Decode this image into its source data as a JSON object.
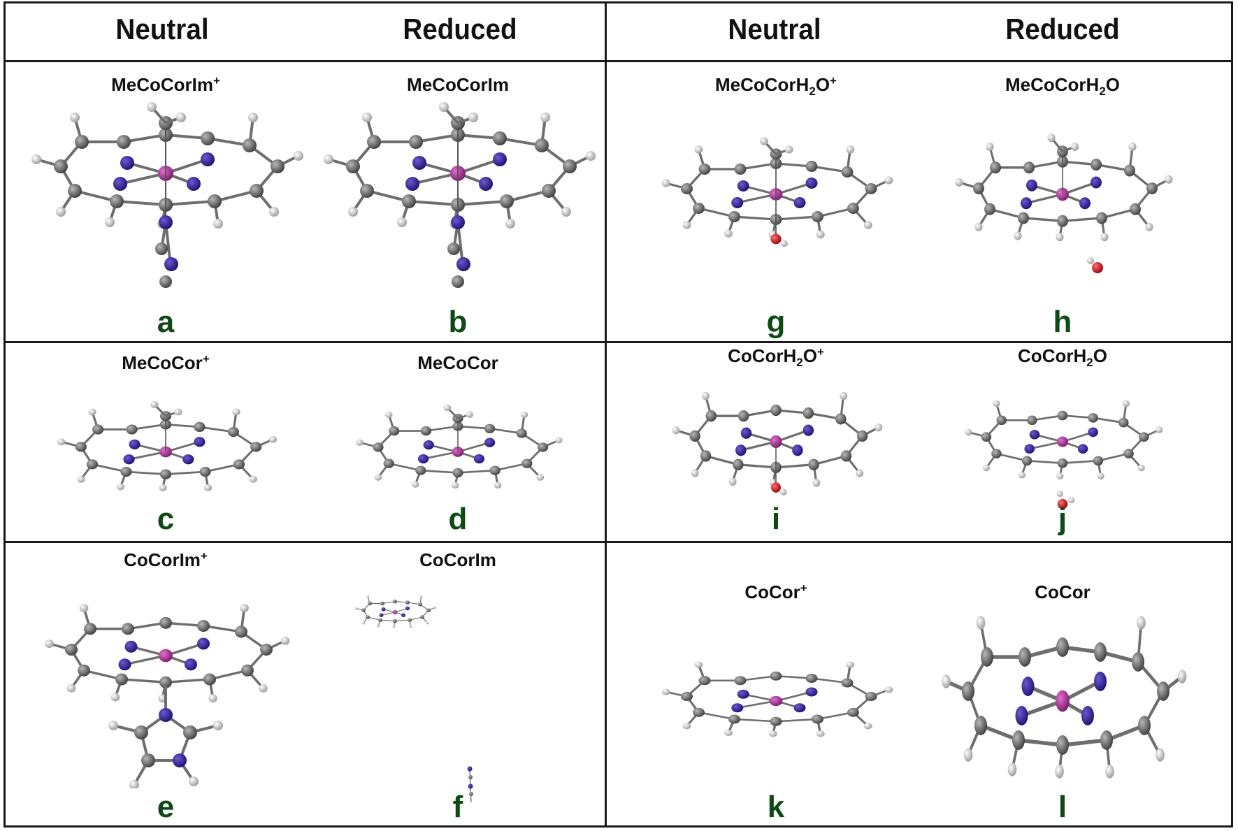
{
  "figure": {
    "column_headers": [
      "Neutral",
      "Reduced",
      "Neutral",
      "Reduced"
    ],
    "colors": {
      "border": "#1a1a1a",
      "label_green": "#0d4a14",
      "carbon": "#6b6b6b",
      "hydrogen": "#d9d9d9",
      "nitrogen": "#2e1f8f",
      "cobalt": "#a0288c",
      "oxygen": "#d0101a"
    },
    "panels": [
      {
        "id": "a",
        "letter": "a",
        "name": "MeCoCorIm",
        "charge": "+",
        "column": "Neutral",
        "group": "left"
      },
      {
        "id": "b",
        "letter": "b",
        "name": "MeCoCorIm",
        "charge": "",
        "column": "Reduced",
        "group": "left"
      },
      {
        "id": "c",
        "letter": "c",
        "name": "MeCoCor",
        "charge": "+",
        "column": "Neutral",
        "group": "left"
      },
      {
        "id": "d",
        "letter": "d",
        "name": "MeCoCor",
        "charge": "",
        "column": "Reduced",
        "group": "left"
      },
      {
        "id": "e",
        "letter": "e",
        "name": "CoCorIm",
        "charge": "+",
        "column": "Neutral",
        "group": "left"
      },
      {
        "id": "f",
        "letter": "f",
        "name": "CoCorIm",
        "charge": "",
        "column": "Reduced",
        "group": "left"
      },
      {
        "id": "g",
        "letter": "g",
        "name": "MeCoCorH",
        "sub": "2",
        "tail": "O",
        "charge": "+",
        "column": "Neutral",
        "group": "right"
      },
      {
        "id": "h",
        "letter": "h",
        "name": "MeCoCorH",
        "sub": "2",
        "tail": "O",
        "charge": "",
        "column": "Reduced",
        "group": "right"
      },
      {
        "id": "i",
        "letter": "i",
        "name": "CoCorH",
        "sub": "2",
        "tail": "O",
        "charge": "+",
        "column": "Neutral",
        "group": "right"
      },
      {
        "id": "j",
        "letter": "j",
        "name": "CoCorH",
        "sub": "2",
        "tail": "O",
        "charge": "",
        "column": "Reduced",
        "group": "right"
      },
      {
        "id": "k",
        "letter": "k",
        "name": "CoCor",
        "charge": "+",
        "column": "Neutral",
        "group": "right"
      },
      {
        "id": "l",
        "letter": "l",
        "name": "CoCor",
        "charge": "",
        "column": "Reduced",
        "group": "right"
      }
    ]
  }
}
